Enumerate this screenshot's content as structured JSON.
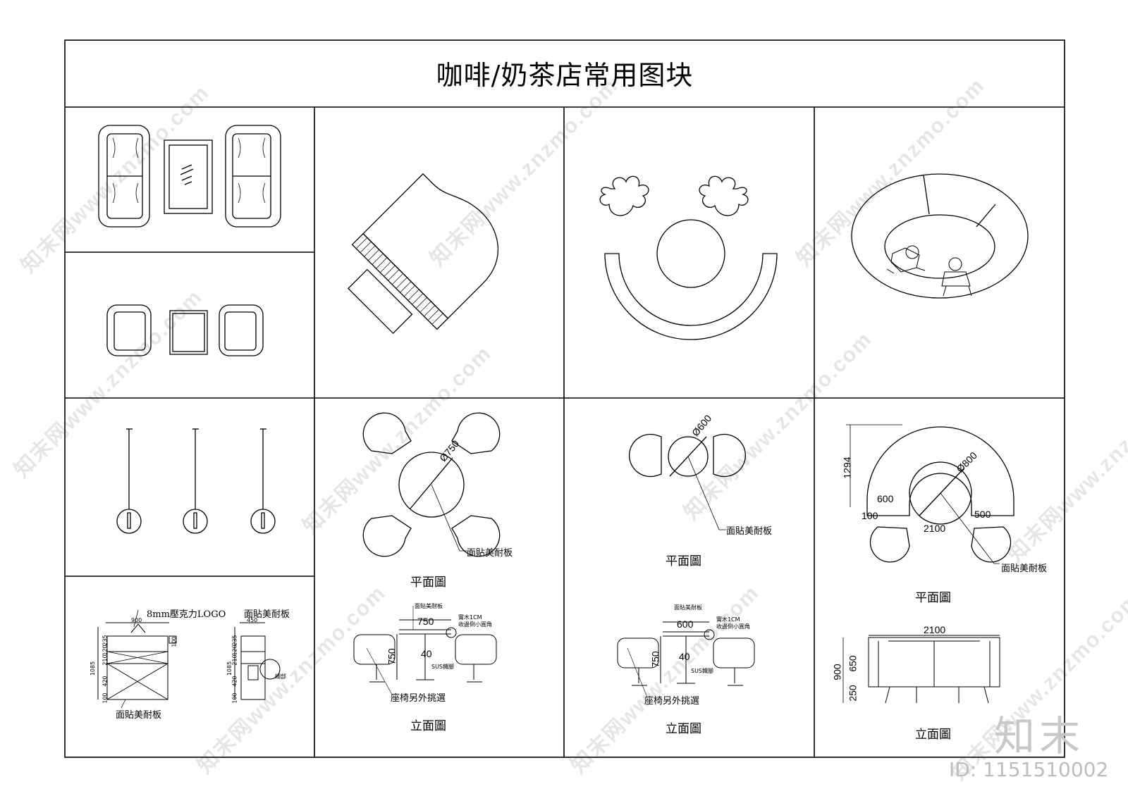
{
  "title": "咖啡/奶茶店常用图块",
  "labels": {
    "plan": "平面圖",
    "elevation": "立面圖",
    "laminate": "面貼美耐板",
    "chair_note": "座椅另外挑選",
    "acrylic_logo": "8mm壓克力LOGO",
    "wood_note_1": "實木1CM",
    "wood_note_2": "收邊倒小圓角",
    "sus_leg": "SUS鐵腳",
    "detail": "細部"
  },
  "dims": {
    "d750": "Ø750",
    "d600": "Ø600",
    "d800": "Ø800",
    "w750": "750",
    "w600": "600",
    "h750": "750",
    "t40": "40",
    "c1294": "1294",
    "c600": "600",
    "c100": "100",
    "c500": "500",
    "c2100": "2100",
    "e2100": "2100",
    "e900": "900",
    "e650": "650",
    "e250": "250",
    "k900": "900",
    "k450": "450",
    "k1085": "1085",
    "k235": "235",
    "k120": "120",
    "k210": "210",
    "k420": "420",
    "k100": "100"
  },
  "watermark": "知末网www.znzmo.com",
  "brand": "知末",
  "id": "ID: 1151510002"
}
